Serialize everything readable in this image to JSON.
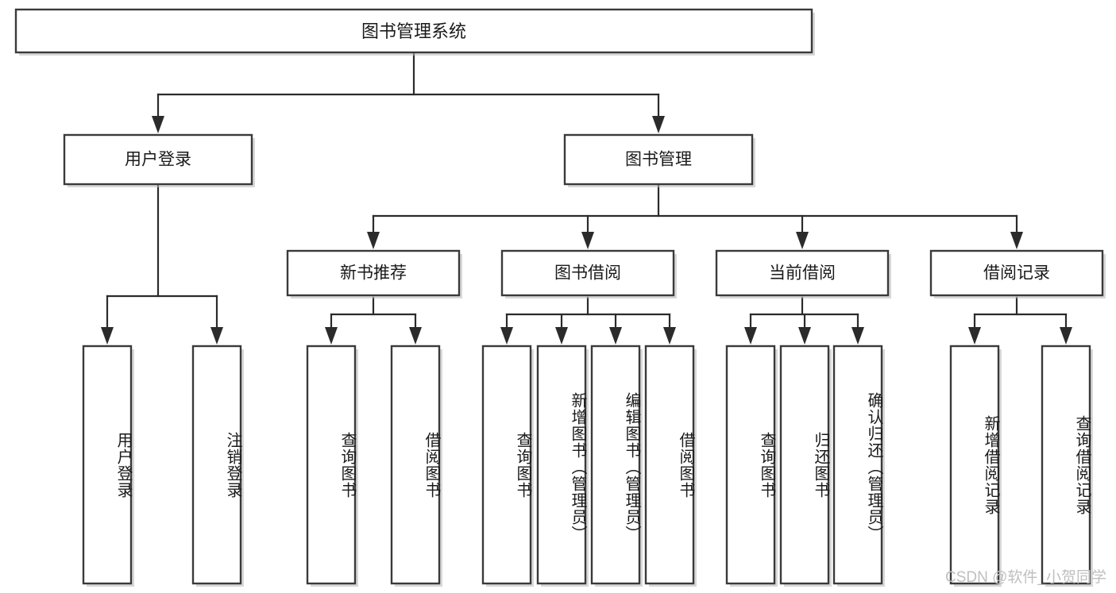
{
  "diagram": {
    "type": "tree-hierarchy-chart",
    "title_node": {
      "label": "图书管理系统"
    },
    "level1": [
      {
        "id": "user-login",
        "label": "用户登录"
      },
      {
        "id": "book-management",
        "label": "图书管理"
      }
    ],
    "level2": [
      {
        "id": "new-book-recommend",
        "label": "新书推荐",
        "parent": "book-management"
      },
      {
        "id": "book-borrow",
        "label": "图书借阅",
        "parent": "book-management"
      },
      {
        "id": "current-borrow",
        "label": "当前借阅",
        "parent": "book-management"
      },
      {
        "id": "borrow-record",
        "label": "借阅记录",
        "parent": "book-management"
      }
    ],
    "leaves": {
      "user-login": [
        {
          "id": "leaf-user-login",
          "label": "用户登录"
        },
        {
          "id": "leaf-logout",
          "label": "注销登录"
        }
      ],
      "new-book-recommend": [
        {
          "id": "leaf-query-book-1",
          "label": "查询图书"
        },
        {
          "id": "leaf-borrow-book-1",
          "label": "借阅图书"
        }
      ],
      "book-borrow": [
        {
          "id": "leaf-query-book-2",
          "label": "查询图书"
        },
        {
          "id": "leaf-add-book",
          "label": "新增图书（管理员）"
        },
        {
          "id": "leaf-edit-book",
          "label": "编辑图书（管理员）"
        },
        {
          "id": "leaf-borrow-book-2",
          "label": "借阅图书"
        }
      ],
      "current-borrow": [
        {
          "id": "leaf-query-book-3",
          "label": "查询图书"
        },
        {
          "id": "leaf-return-book",
          "label": "归还图书"
        },
        {
          "id": "leaf-confirm-return",
          "label": "确认归还（管理员）"
        }
      ],
      "borrow-record": [
        {
          "id": "leaf-add-record",
          "label": "新增借阅记录"
        },
        {
          "id": "leaf-query-record",
          "label": "查询借阅记录"
        }
      ]
    },
    "colors": {
      "box_stroke": "#3a3a3a",
      "connector": "#2b2b2b",
      "box_fill": "#ffffff",
      "text": "#1a1a1a",
      "watermark": "#bfbfbf",
      "canvas": "#ffffff"
    }
  },
  "watermark": {
    "text": "CSDN @软件_小贺同学"
  }
}
